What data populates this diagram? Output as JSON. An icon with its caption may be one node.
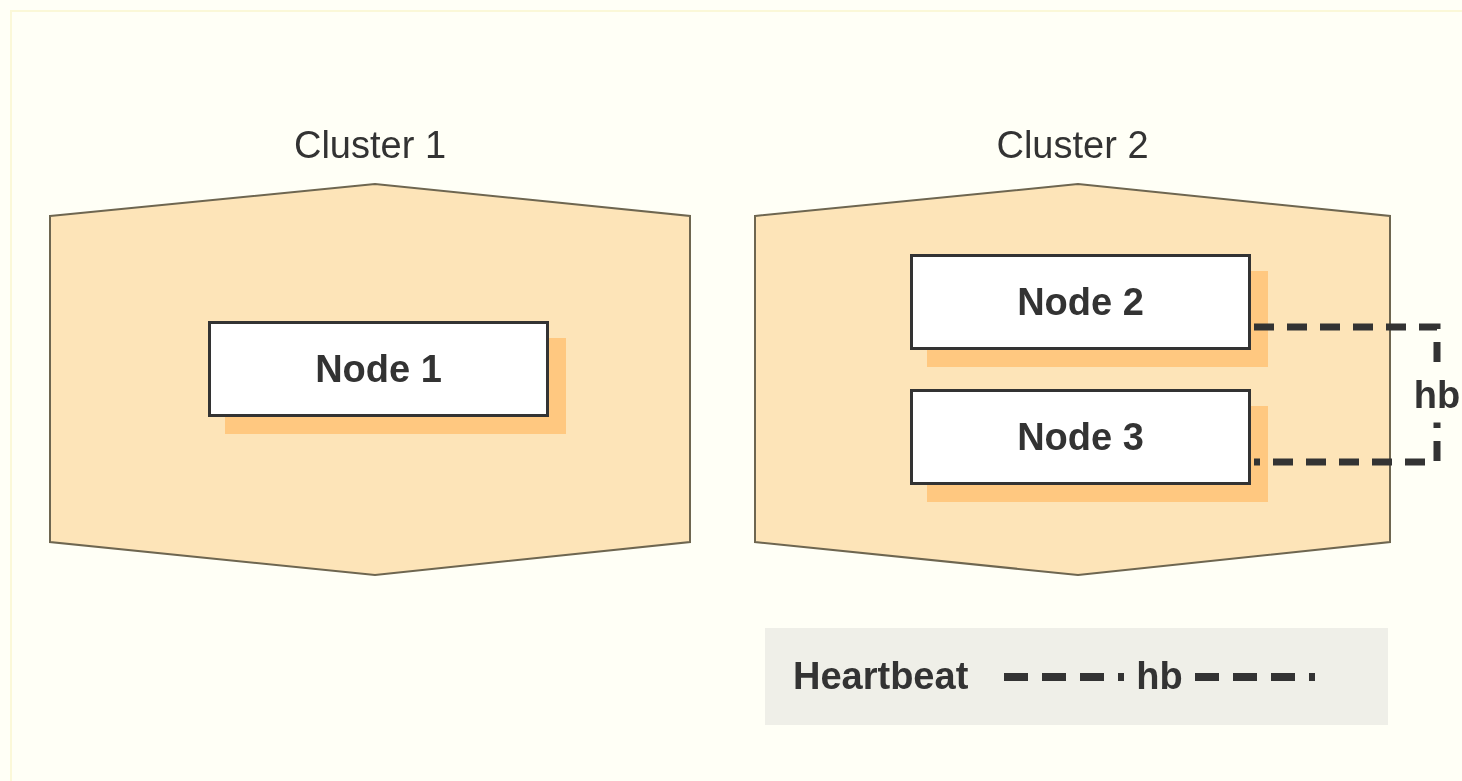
{
  "diagram": {
    "nodes": [
      {
        "text": [
          "Cluster 1"
        ]
      },
      {
        "text": [
          "Node 1"
        ],
        "in": 0
      },
      {
        "text": [
          "Cluster 2"
        ]
      },
      {
        "text": [
          "Node 2"
        ],
        "in": 2
      },
      {
        "text": [
          "Node 3"
        ],
        "in": 2
      }
    ],
    "edges": [
      {
        "from": 3,
        "to": 4,
        "arrow": "none",
        "label": "hb",
        "style": "dashed"
      }
    ],
    "labels": [
      "hb"
    ],
    "legend": [
      {
        "text": "Heartbeat"
      }
    ]
  }
}
